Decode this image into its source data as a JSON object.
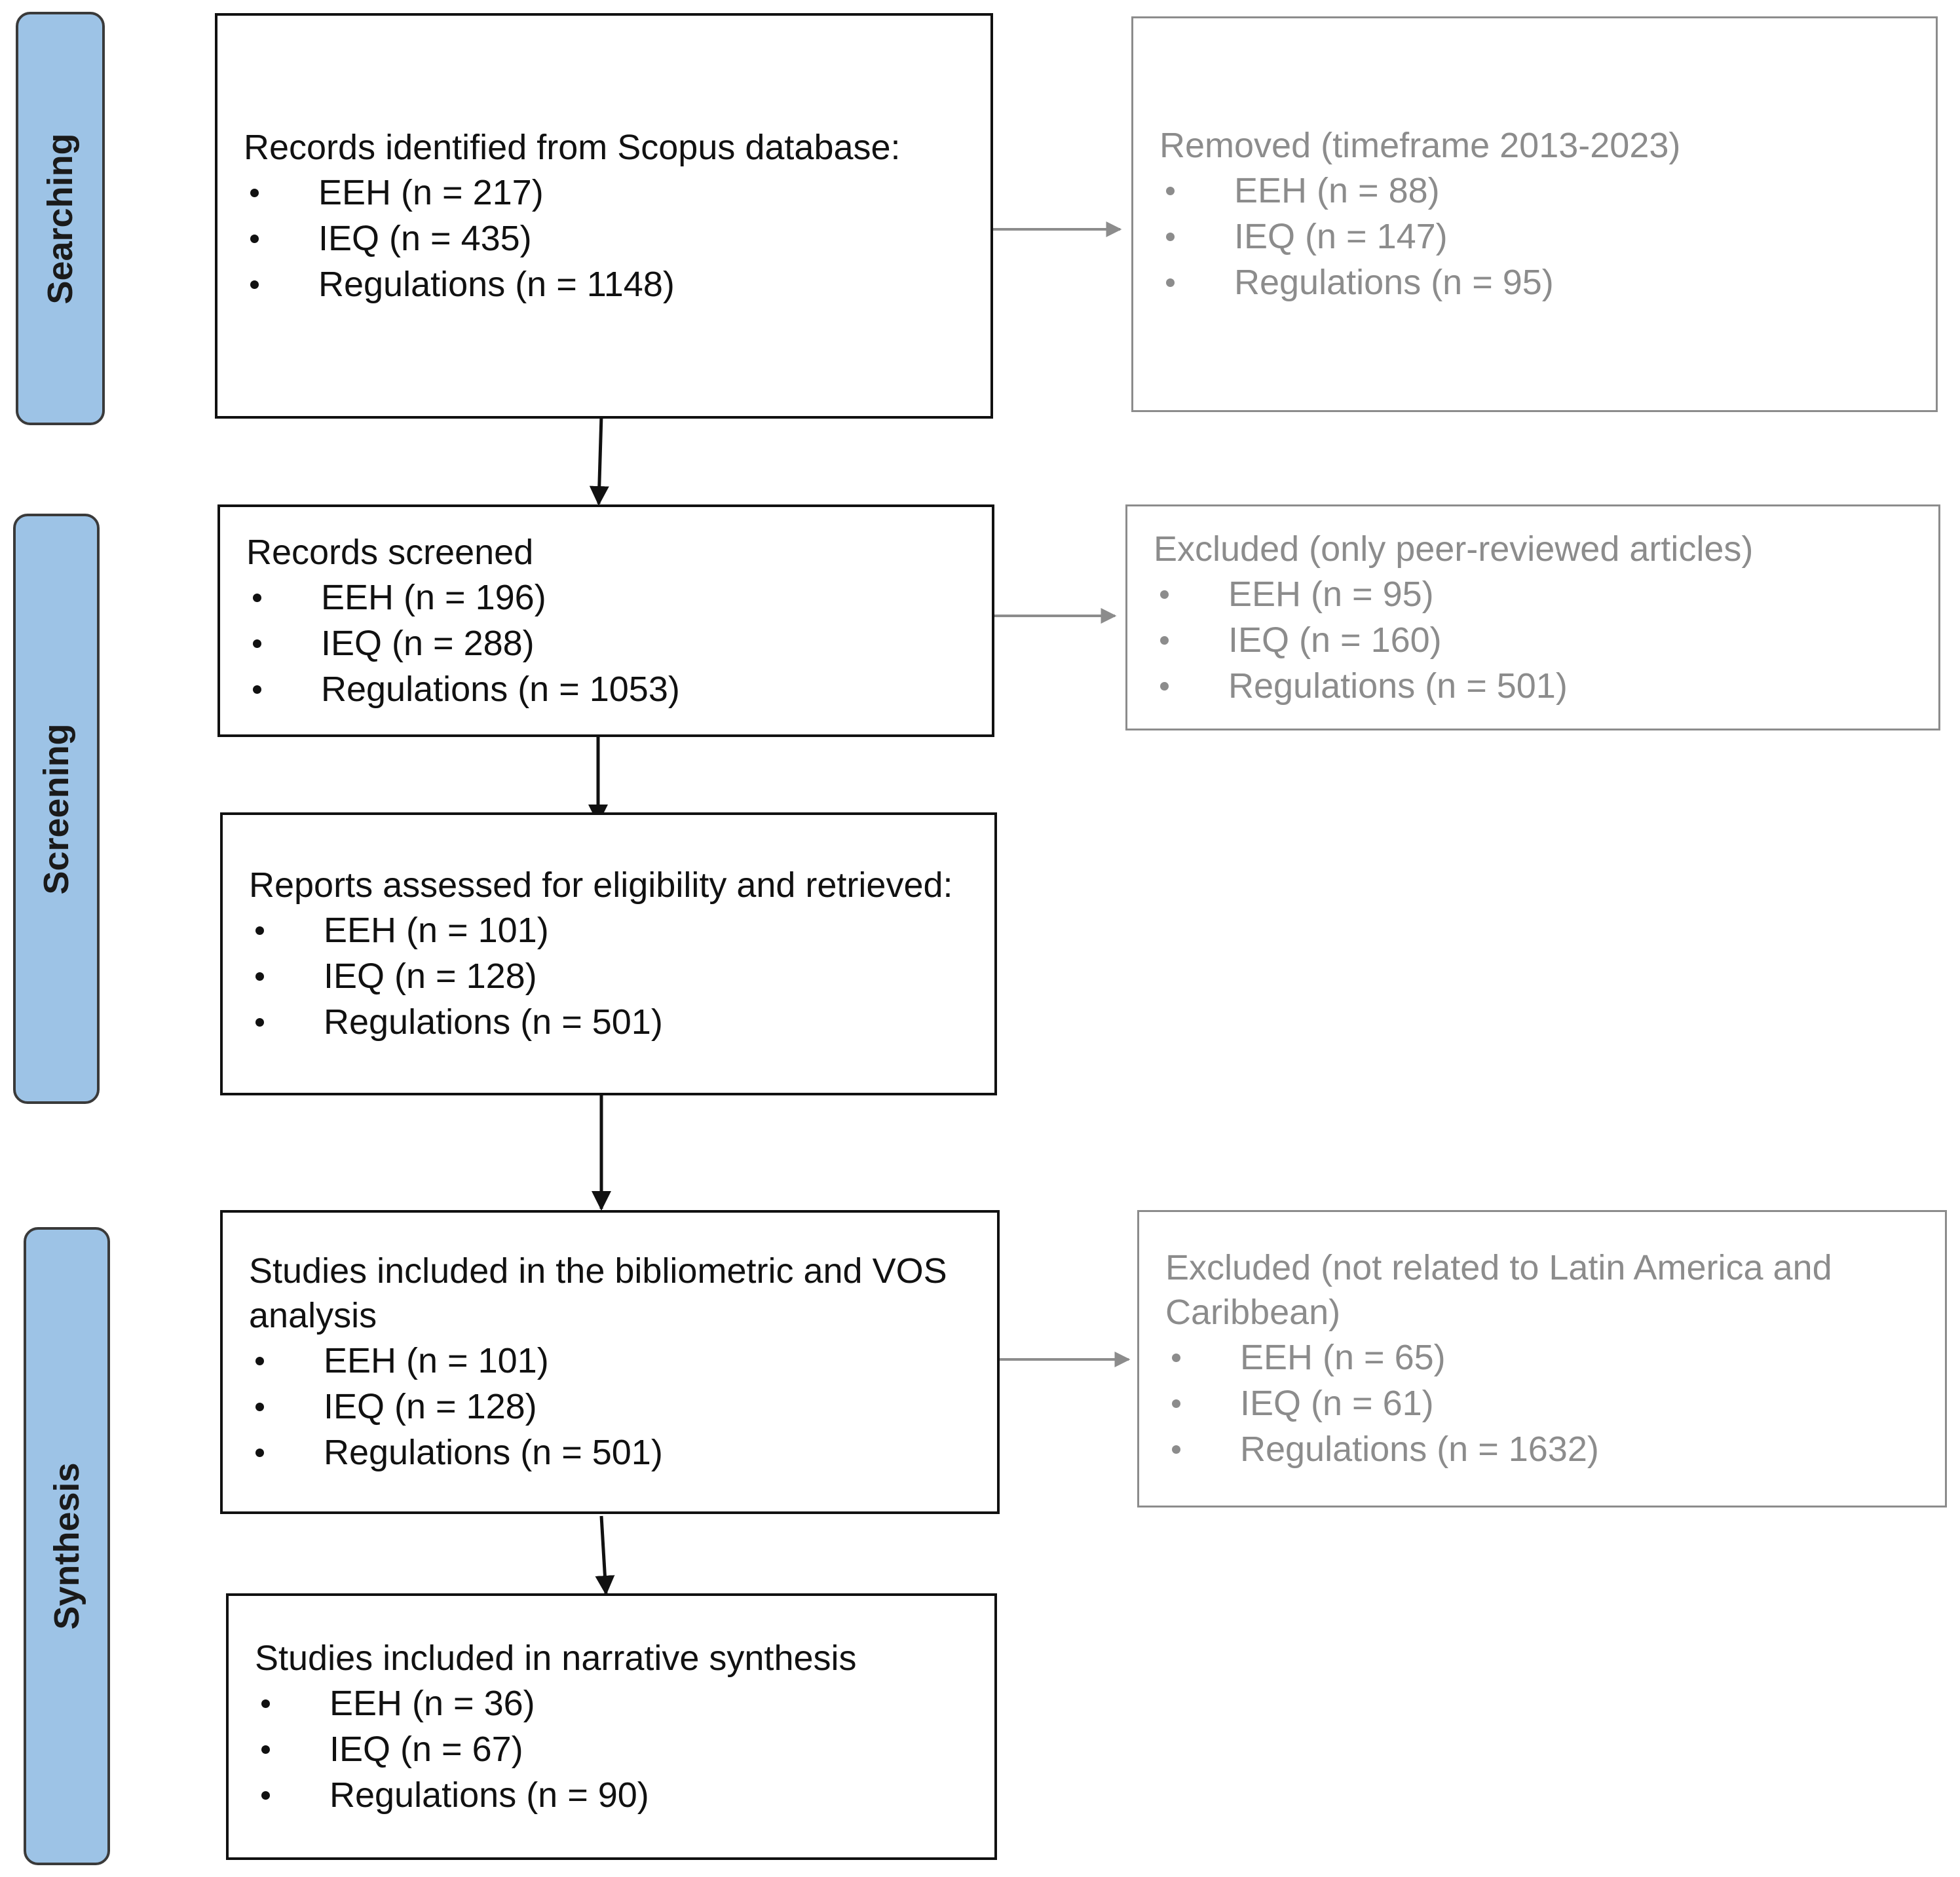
{
  "phases": {
    "searching": "Searching",
    "screening": "Screening",
    "synthesis": "Synthesis"
  },
  "boxes": {
    "identified": {
      "title": "Records identified from Scopus database:",
      "items": [
        "EEH (n = 217)",
        "IEQ (n = 435)",
        "Regulations (n = 1148)"
      ]
    },
    "removed": {
      "title": "Removed (timeframe 2013-2023)",
      "items": [
        "EEH (n = 88)",
        "IEQ (n = 147)",
        "Regulations (n = 95)"
      ]
    },
    "screened": {
      "title": "Records screened",
      "items": [
        "EEH (n = 196)",
        "IEQ (n = 288)",
        "Regulations (n = 1053)"
      ]
    },
    "excluded_peer": {
      "title": "Excluded (only peer-reviewed articles)",
      "items": [
        "EEH (n = 95)",
        "IEQ (n = 160)",
        "Regulations (n = 501)"
      ]
    },
    "assessed": {
      "title": "Reports assessed for eligibility and retrieved:",
      "items": [
        "EEH (n = 101)",
        "IEQ (n = 128)",
        "Regulations (n = 501)"
      ]
    },
    "bibliometric": {
      "title": "Studies included in the bibliometric and VOS analysis",
      "items": [
        "EEH (n = 101)",
        "IEQ (n = 128)",
        "Regulations (n = 501)"
      ]
    },
    "excluded_latam": {
      "title": "Excluded (not related to Latin America and Caribbean)",
      "items": [
        "EEH (n = 65)",
        "IEQ (n = 61)",
        "Regulations (n = 1632)"
      ]
    },
    "narrative": {
      "title": "Studies included in narrative synthesis",
      "items": [
        "EEH (n = 36)",
        "IEQ (n = 67)",
        "Regulations (n = 90)"
      ]
    }
  },
  "colors": {
    "phase_fill": "#9dc3e6",
    "main_border": "#111111",
    "side_text": "#8c8c8c"
  }
}
